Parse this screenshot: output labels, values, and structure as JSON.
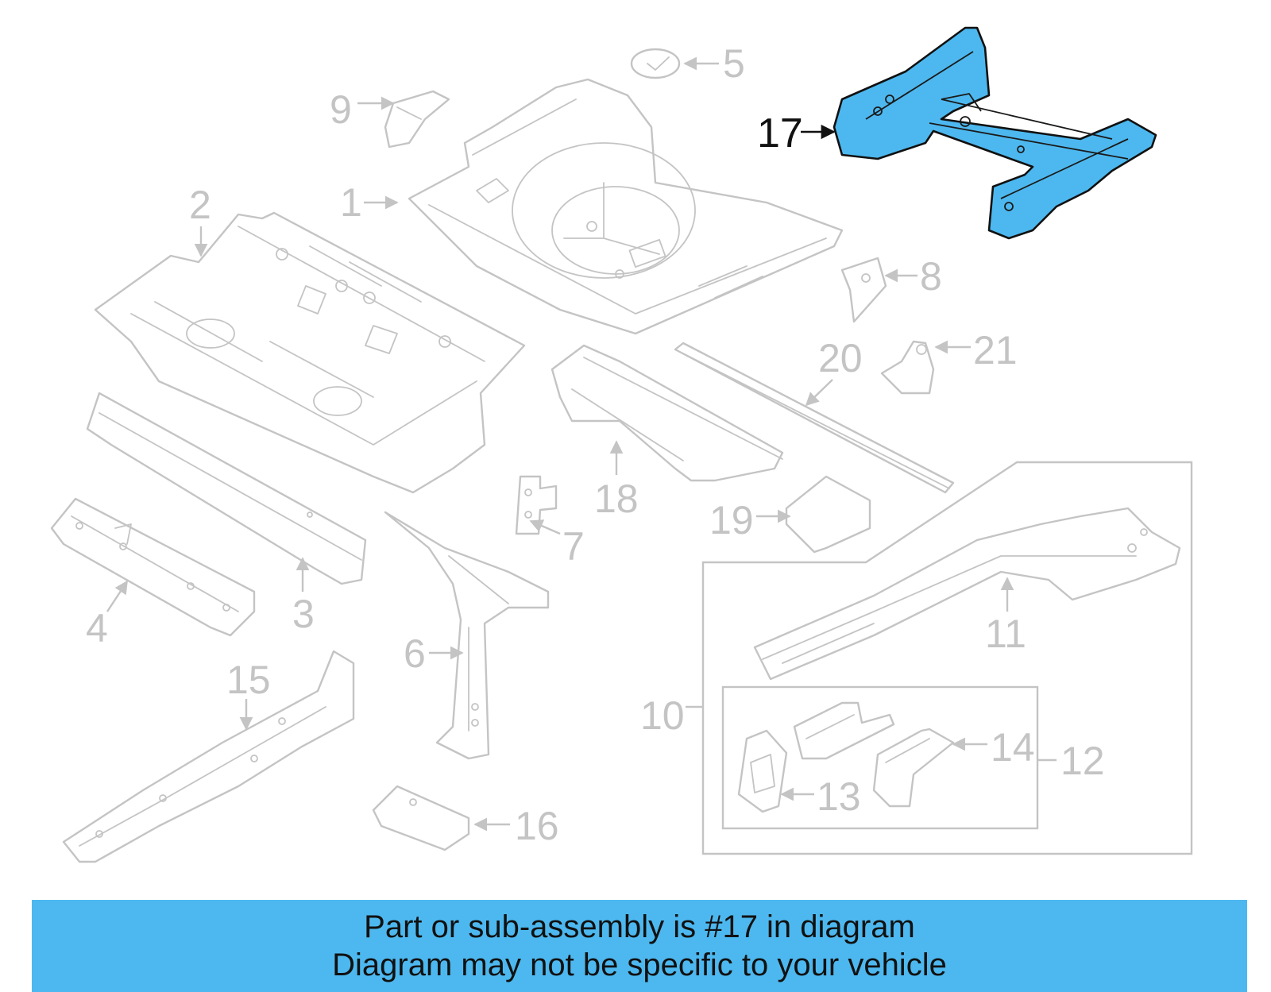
{
  "diagram": {
    "callouts": [
      "1",
      "2",
      "3",
      "4",
      "5",
      "6",
      "7",
      "8",
      "9",
      "10",
      "11",
      "12",
      "13",
      "14",
      "15",
      "16",
      "17",
      "18",
      "19",
      "20",
      "21"
    ],
    "highlighted_callout": "17"
  },
  "banner": {
    "line1": "Part or sub-assembly is #17 in diagram",
    "line2": "Diagram may not be specific to your vehicle"
  },
  "colors": {
    "highlight": "#4db8ef",
    "banner_bg": "#4db8ef",
    "outline": "#c4c4c4",
    "text": "#111111"
  }
}
